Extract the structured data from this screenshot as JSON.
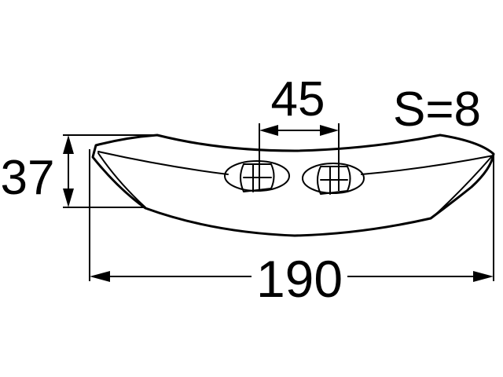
{
  "dimensions": {
    "length_label": "190",
    "height_label": "37",
    "hole_spacing_label": "45",
    "thickness_label": "S=8"
  },
  "colors": {
    "line": "#000000",
    "background": "#ffffff"
  }
}
